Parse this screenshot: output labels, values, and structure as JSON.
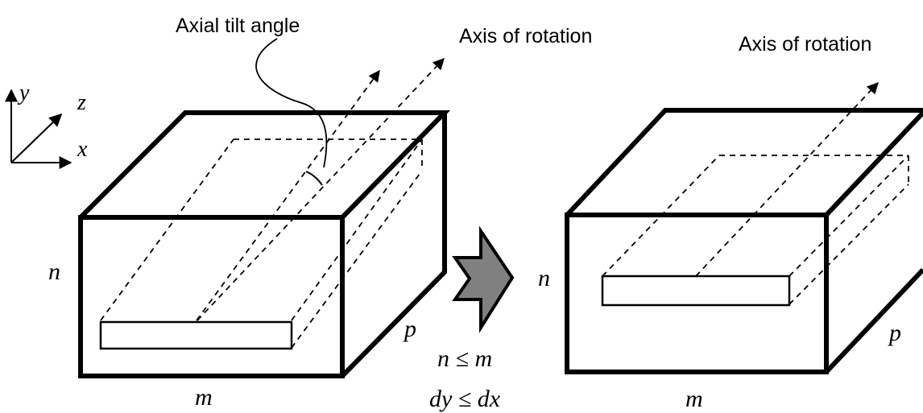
{
  "labels": {
    "axial_tilt_angle": "Axial tilt angle",
    "axis_of_rotation_left": "Axis of rotation",
    "axis_of_rotation_right": "Axis of rotation",
    "axis_y": "y",
    "axis_z": "z",
    "axis_x": "x",
    "left_n": "n",
    "left_m": "m",
    "left_p": "p",
    "right_n": "n",
    "right_m": "m",
    "right_p": "p",
    "condition_1": "n ≤ m",
    "condition_2": "dy ≤ dx"
  },
  "colors": {
    "stroke": "#000000",
    "arrow_fill": "#808080",
    "background": "#ffffff"
  }
}
